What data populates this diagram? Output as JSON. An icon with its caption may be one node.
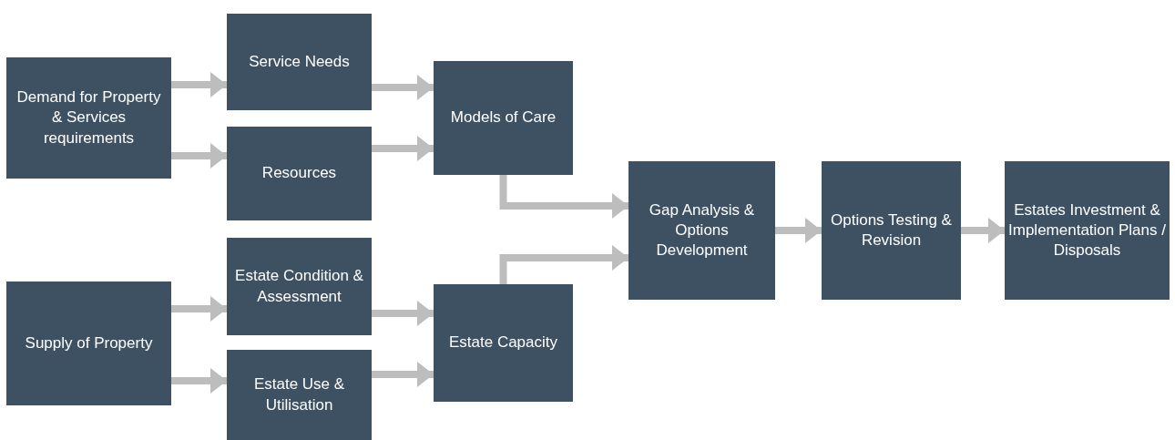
{
  "diagram": {
    "nodes": [
      {
        "text": [
          "Demand for Property & Services requirements"
        ]
      },
      {
        "text": [
          "Service Needs"
        ]
      },
      {
        "text": [
          "Resources"
        ]
      },
      {
        "text": [
          "Models of Care"
        ]
      },
      {
        "text": [
          "Gap Analysis & Options Development"
        ]
      },
      {
        "text": [
          "Options Testing & Revision"
        ]
      },
      {
        "text": [
          "Estates Investment & Implementation Plans / Disposals"
        ]
      },
      {
        "text": [
          "Supply of Property"
        ]
      },
      {
        "text": [
          "Estate Condition & Assessment"
        ]
      },
      {
        "text": [
          "Estate Use & Utilisation"
        ]
      },
      {
        "text": [
          "Estate Capacity"
        ]
      }
    ],
    "edges": [
      {
        "from": 0,
        "to": 1,
        "arrow": "to"
      },
      {
        "from": 0,
        "to": 2,
        "arrow": "to"
      },
      {
        "from": 1,
        "to": 3,
        "arrow": "to"
      },
      {
        "from": 2,
        "to": 3,
        "arrow": "to"
      },
      {
        "from": 3,
        "to": 4,
        "arrow": "to"
      },
      {
        "from": 10,
        "to": 4,
        "arrow": "to"
      },
      {
        "from": 4,
        "to": 5,
        "arrow": "to"
      },
      {
        "from": 5,
        "to": 6,
        "arrow": "to"
      },
      {
        "from": 7,
        "to": 8,
        "arrow": "to"
      },
      {
        "from": 7,
        "to": 9,
        "arrow": "to"
      },
      {
        "from": 8,
        "to": 10,
        "arrow": "to"
      },
      {
        "from": 9,
        "to": 10,
        "arrow": "to"
      }
    ]
  }
}
